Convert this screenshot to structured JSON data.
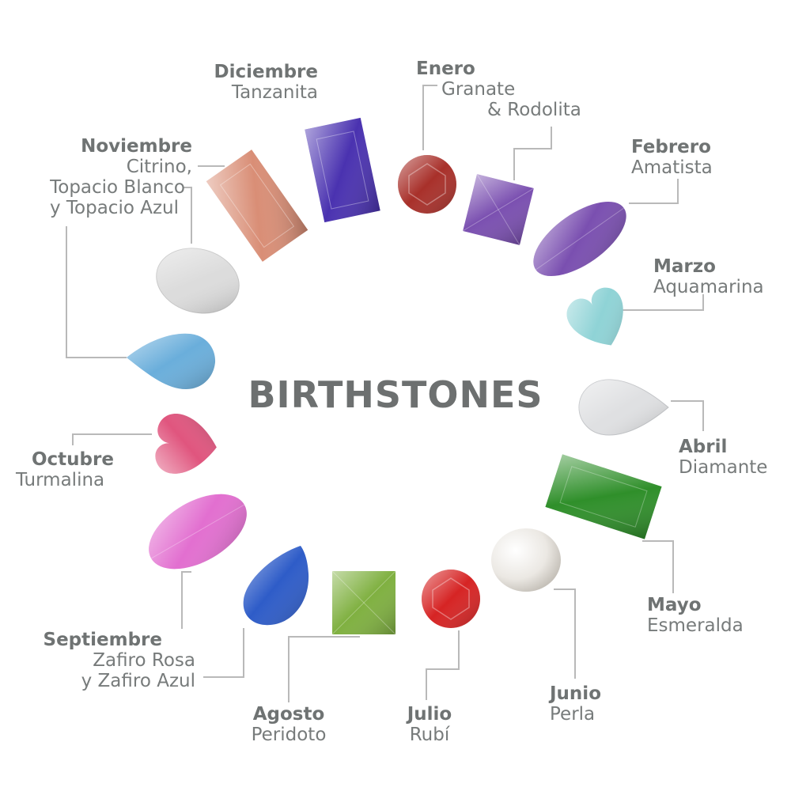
{
  "title": "BIRTHSTONES",
  "months": [
    {
      "id": "enero",
      "month": "Enero",
      "stone": [
        "Granate",
        "& Rodolita"
      ],
      "color": "#a8302a"
    },
    {
      "id": "febrero",
      "month": "Febrero",
      "stone": [
        "Amatista"
      ],
      "color": "#7a4fb0"
    },
    {
      "id": "marzo",
      "month": "Marzo",
      "stone": [
        "Aquamarina"
      ],
      "color": "#8fd3d6"
    },
    {
      "id": "abril",
      "month": "Abril",
      "stone": [
        "Diamante"
      ],
      "color": "#dfe0e2"
    },
    {
      "id": "mayo",
      "month": "Mayo",
      "stone": [
        "Esmeralda"
      ],
      "color": "#2f8f2a"
    },
    {
      "id": "junio",
      "month": "Junio",
      "stone": [
        "Perla"
      ],
      "color": "#e8e6e2"
    },
    {
      "id": "julio",
      "month": "Julio",
      "stone": [
        "Rubí"
      ],
      "color": "#d62424"
    },
    {
      "id": "agosto",
      "month": "Agosto",
      "stone": [
        "Peridoto"
      ],
      "color": "#7fb040"
    },
    {
      "id": "septiembre-a",
      "month": "Septiembre",
      "stone": [
        "Zafiro Rosa",
        "y Zafiro Azul"
      ],
      "color": "#e26fd0"
    },
    {
      "id": "septiembre-b",
      "month": "",
      "stone": [],
      "color": "#2e5cc8"
    },
    {
      "id": "octubre",
      "month": "Octubre",
      "stone": [
        "Turmalina"
      ],
      "color": "#e0557e"
    },
    {
      "id": "noviembre-a",
      "month": "Noviembre",
      "stone": [
        "Citrino,",
        "Topacio Blanco",
        "y Topacio Azul"
      ],
      "color": "#d98e76"
    },
    {
      "id": "noviembre-b",
      "month": "",
      "stone": [],
      "color": "#dcdcdc"
    },
    {
      "id": "noviembre-c",
      "month": "",
      "stone": [],
      "color": "#6aaedb"
    },
    {
      "id": "diciembre",
      "month": "Diciembre",
      "stone": [
        "Tanzanita"
      ],
      "color": "#4a32b0"
    }
  ],
  "colors": {
    "text": "#777b7b",
    "leader": "#b9b9b9",
    "title": "#6d7070"
  }
}
